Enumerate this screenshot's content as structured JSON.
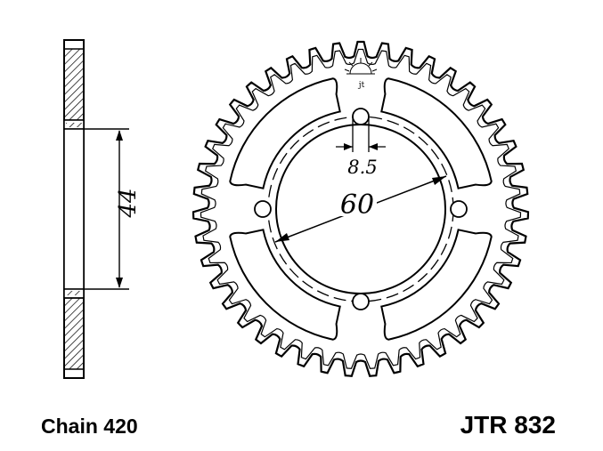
{
  "drawing": {
    "bolt_hole_diameter": "8.5",
    "bolt_circle_diameter": "60",
    "hub_width": "44",
    "chain_label": "Chain 420",
    "part_number": "JTR 832",
    "logo_text": "jt"
  },
  "sprocket": {
    "teeth_count": 43,
    "bolt_holes": 4,
    "windows": 4
  },
  "colors": {
    "ink": "#000000",
    "paper": "#ffffff"
  }
}
